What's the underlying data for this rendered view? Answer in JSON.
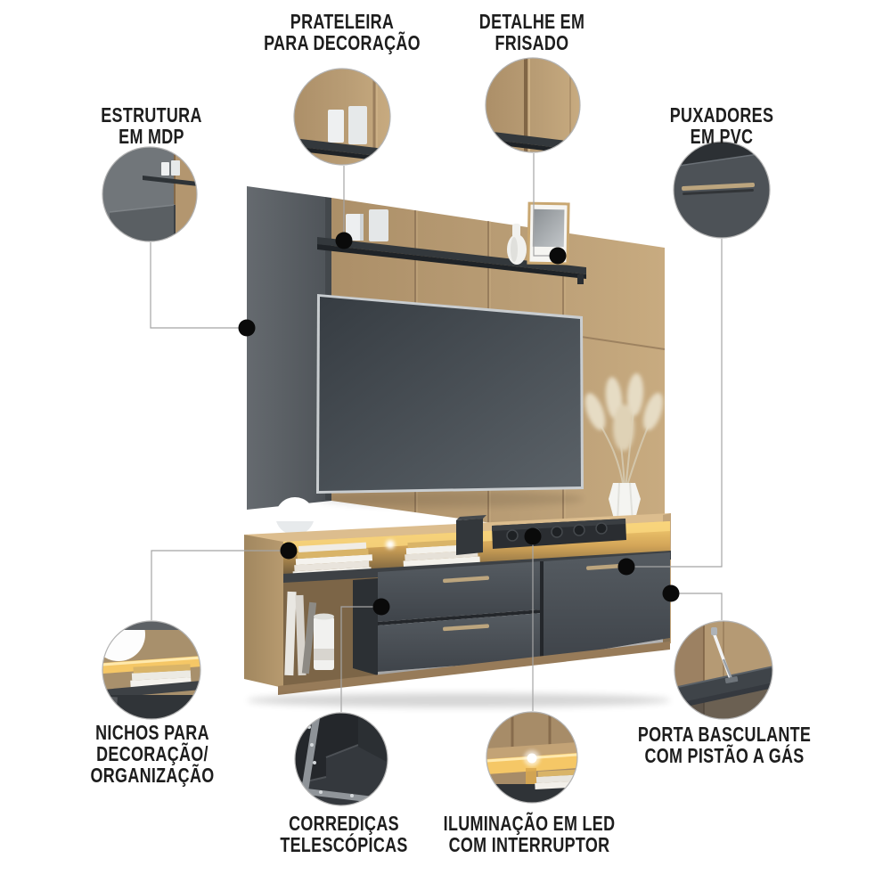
{
  "diagram_title": "TV panel product feature diagram",
  "callouts": {
    "prateleira": {
      "lines": [
        "PRATELEIRA",
        "PARA DECORAÇÃO"
      ],
      "feature": "decorative shelf"
    },
    "detalhe": {
      "lines": [
        "DETALHE EM",
        "FRISADO"
      ],
      "feature": "grooved panel detail"
    },
    "estrutura": {
      "lines": [
        "ESTRUTURA",
        "EM MDP"
      ],
      "feature": "MDP structure"
    },
    "puxadores": {
      "lines": [
        "PUXADORES",
        "EM PVC"
      ],
      "feature": "PVC handles"
    },
    "nichos": {
      "lines": [
        "NICHOS PARA",
        "DECORAÇÃO/",
        "ORGANIZAÇÃO"
      ],
      "feature": "decor niches"
    },
    "corredicas": {
      "lines": [
        "CORREDIÇAS",
        "TELESCÓPICAS"
      ],
      "feature": "telescopic slides"
    },
    "iluminacao": {
      "lines": [
        "ILUMINAÇÃO EM LED",
        "COM INTERRUPTOR"
      ],
      "feature": "LED light with switch"
    },
    "porta": {
      "lines": [
        "PORTA BASCULANTE",
        "COM PISTÃO A GÁS"
      ],
      "feature": "flip door with gas piston"
    }
  },
  "colors": {
    "background": "#ffffff",
    "text": "#1d1d1d",
    "connector_line": "#a5a5a5",
    "connector_dot": "#0a0a0a",
    "wood": "#b79c77",
    "wood_lit": "#dcbd8e",
    "panel_gray": "#575c61",
    "front_gray": "#4a4f55",
    "tv_screen": "#454c52",
    "led_glow": "#f5c766",
    "handle": "#bca57e"
  }
}
